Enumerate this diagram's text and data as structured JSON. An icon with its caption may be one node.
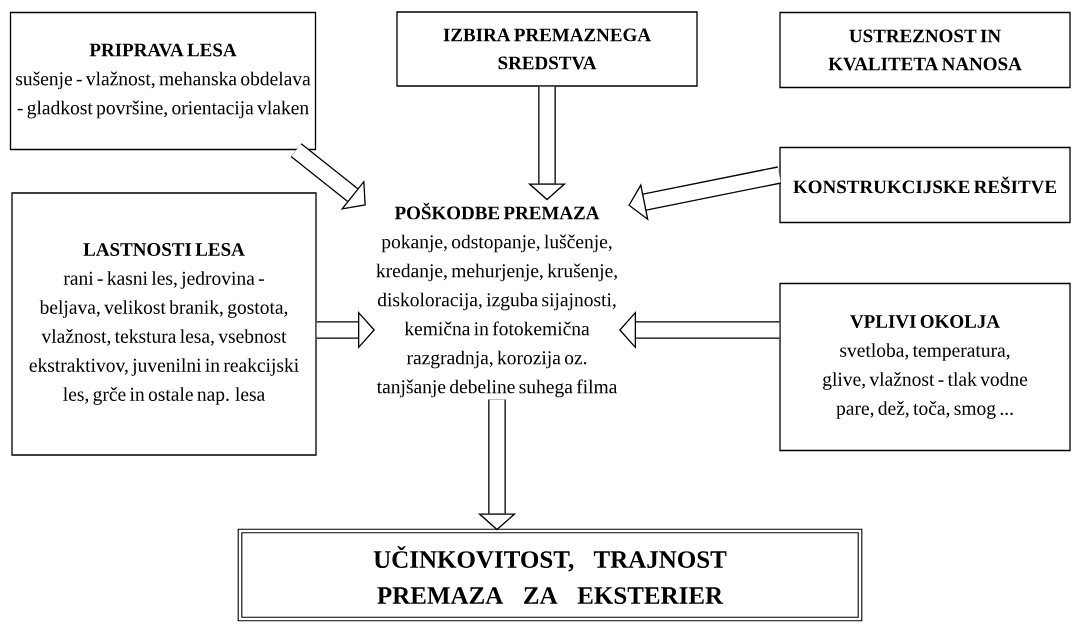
{
  "diagram": {
    "nodes": [
      {
        "text": [
          "PRIPRAVA LESA",
          "sušenje - vlažnost, mehanska obdelava - gladkost površine, orientacija vlaken"
        ]
      },
      {
        "text": [
          "IZBIRA PREMAZNEGA SREDSTVA"
        ]
      },
      {
        "text": [
          "USTREZNOST IN KVALITETA NANOSA"
        ]
      },
      {
        "text": [
          "LASTNOSTI LESA",
          "rani - kasni les, jedrovina - beljava, velikost branik, gostota, vlažnost, tekstura lesa, vsebnost ekstraktivov, juvenilni in reakcijski les, grče in ostale nap. lesa"
        ]
      },
      {
        "text": [
          "POŠKODBE PREMAZA",
          "pokanje, odstopanje, luščenje, kredanje, mehurjenje, krušenje, diskoloracija, izguba sijajnosti, kemična in fotokemična razgradnja, korozija oz. tanjšanje debeline suhega filma"
        ]
      },
      {
        "text": [
          "KONSTRUKCIJSKE REŠITVE"
        ]
      },
      {
        "text": [
          "VPLIVI OKOLJA",
          "svetloba, temperatura, glive, vlažnost - tlak vodne pare, dež, toča, smog ..."
        ]
      },
      {
        "text": [
          "UČINKOVITOST, TRAJNOST PREMAZA ZA EKSTERIER"
        ]
      }
    ],
    "edges": [
      {
        "from": 0,
        "to": 4,
        "arrow": "to"
      },
      {
        "from": 1,
        "to": 4,
        "arrow": "to"
      },
      {
        "from": 5,
        "to": 4,
        "arrow": "to"
      },
      {
        "from": 3,
        "to": 4,
        "arrow": "to"
      },
      {
        "from": 6,
        "to": 4,
        "arrow": "to"
      },
      {
        "from": 4,
        "to": 7,
        "arrow": "to"
      }
    ]
  }
}
